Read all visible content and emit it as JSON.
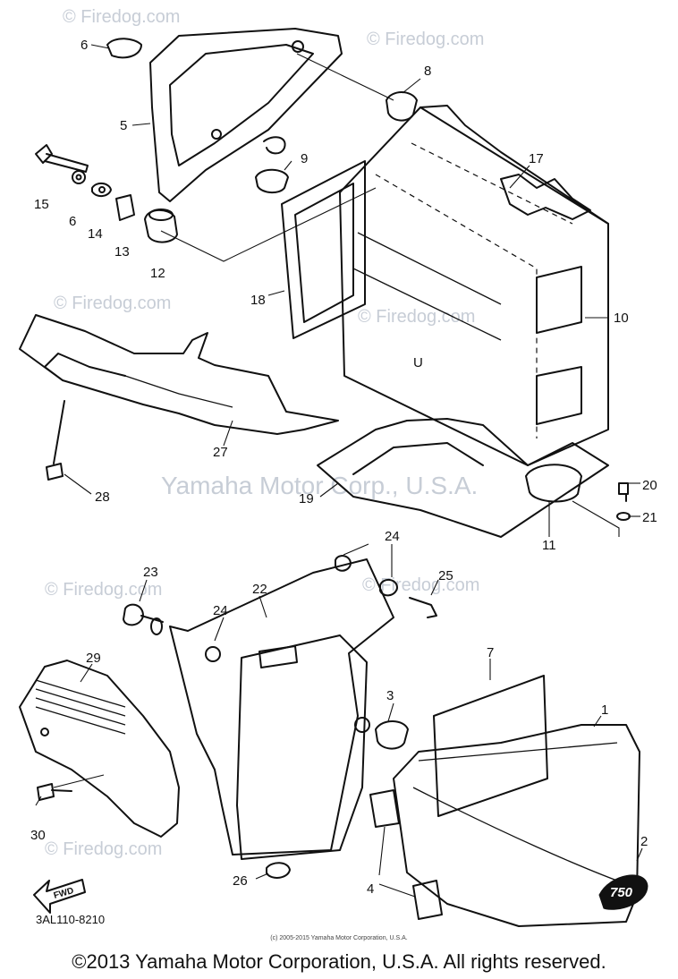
{
  "watermarks": {
    "site": "© Firedog.com",
    "center": "Yamaha Motor Corp., U.S.A."
  },
  "callouts": {
    "c1": "1",
    "c2": "2",
    "c3": "3",
    "c4": "4",
    "c5": "5",
    "c6a": "6",
    "c6b": "6",
    "c7": "7",
    "c8": "8",
    "c9": "9",
    "c10": "10",
    "c11": "11",
    "c12": "12",
    "c13": "13",
    "c14": "14",
    "c15": "15",
    "c17": "17",
    "c18": "18",
    "c19": "19",
    "c20": "20",
    "c21": "21",
    "c22": "22",
    "c23": "23",
    "c24a": "24",
    "c24b": "24",
    "c25": "25",
    "c26": "26",
    "c27": "27",
    "c28": "28",
    "c29": "29",
    "c30": "30"
  },
  "fwd_label": "FWD",
  "emblem_label": "750",
  "diagram_ref": "3AL110-8210",
  "small_copyright": "(c) 2005-2015 Yamaha Motor Corporation, U.S.A.",
  "copyright": "©2013 Yamaha Motor Corporation, U.S.A. All rights reserved."
}
